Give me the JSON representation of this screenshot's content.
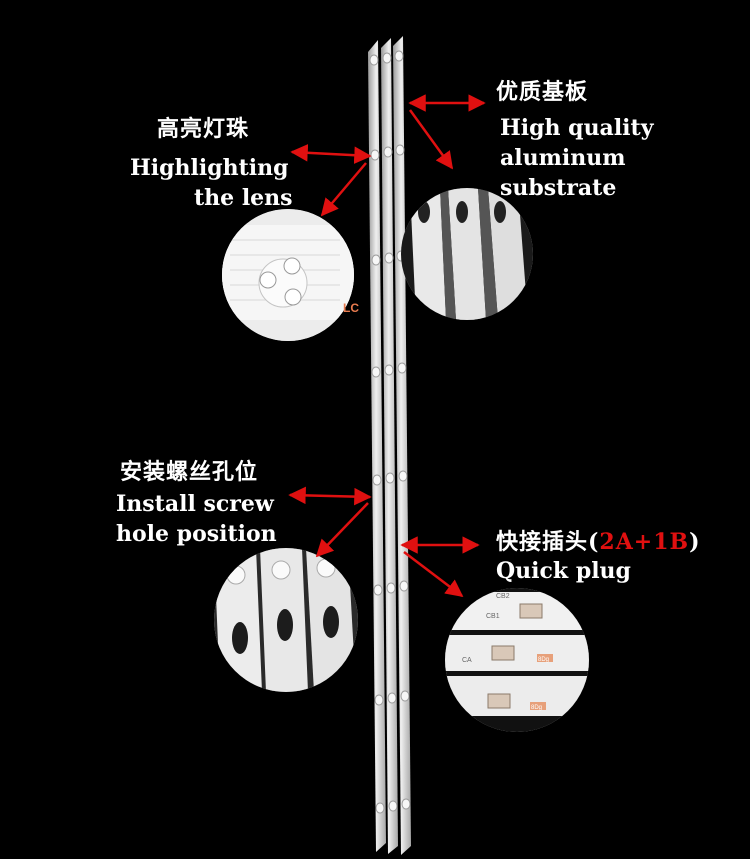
{
  "labels": {
    "substrate_zh": "优质基板",
    "substrate_en_1": "High quality",
    "substrate_en_2": "aluminum",
    "substrate_en_3": "substrate",
    "lens_zh": "高亮灯珠",
    "lens_en_1": "Highlighting",
    "lens_en_2": "the lens",
    "screw_zh": "安装螺丝孔位",
    "screw_en_1": "Install screw",
    "screw_en_2": "hole position",
    "plug_zh": "快接插头(",
    "plug_code": "2A+1B",
    "plug_close": ")",
    "plug_en": "Quick plug"
  },
  "insets": {
    "lens_mark": "LC",
    "plug_cb2": "CB2",
    "plug_cb1": "CB1",
    "plug_ca": "CA",
    "plug_code_tag": "8Dg",
    "plug_code_tag_2": "8Dg"
  },
  "colors": {
    "background": "#000000",
    "arrow": "#e01010",
    "strip": "#dcdcdc",
    "text": "#ffffff"
  }
}
